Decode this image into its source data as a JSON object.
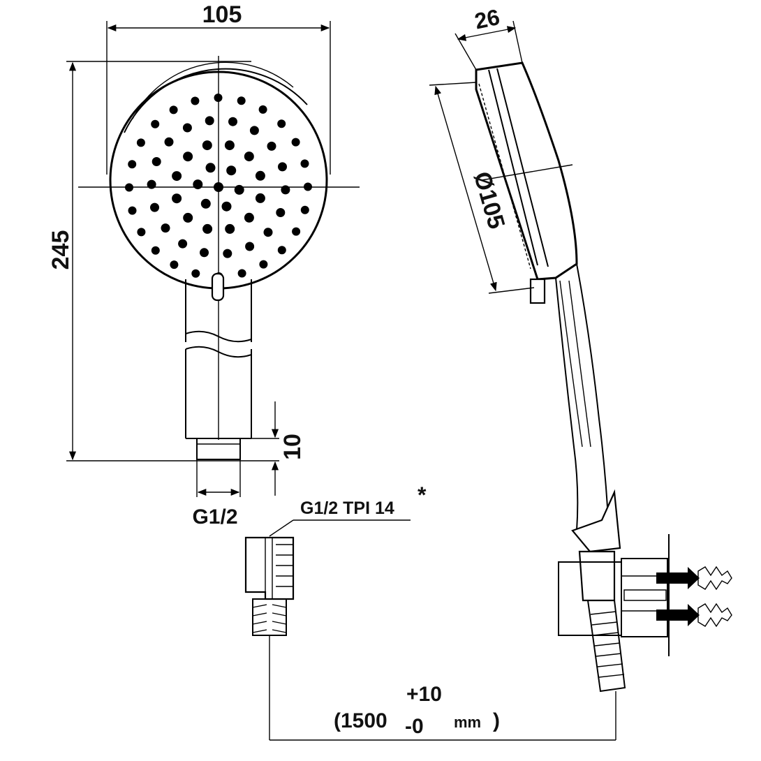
{
  "dimensions": {
    "head_width": "105",
    "overall_length": "245",
    "thread_length": "10",
    "thread_label": "G1/2",
    "head_depth": "26",
    "head_diameter": "Ø105"
  },
  "hose": {
    "connector_label": "G1/2 TPI 14",
    "footnote_marker": "*",
    "length_open": "(1500",
    "tolerance_plus": "+10",
    "tolerance_minus": "-0",
    "unit": "mm",
    "length_close": ")"
  }
}
